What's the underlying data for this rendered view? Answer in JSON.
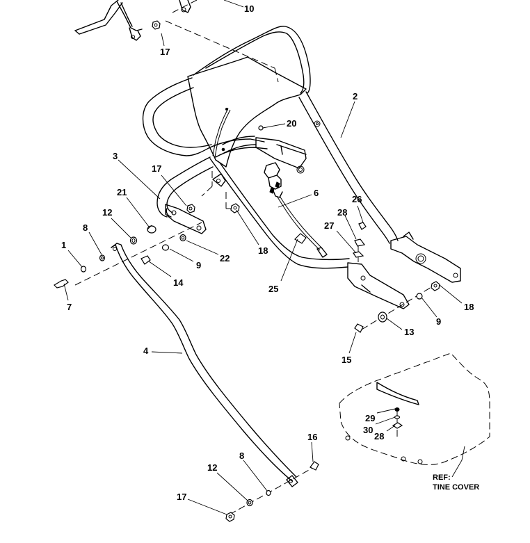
{
  "callouts": {
    "c10": "10",
    "c17a": "17",
    "c2": "2",
    "c20": "20",
    "c3": "3",
    "c17b": "17",
    "c6": "6",
    "c21": "21",
    "c12a": "12",
    "c26": "26",
    "c28a": "28",
    "c8a": "8",
    "c1": "1",
    "c27": "27",
    "c18a": "18",
    "c22": "22",
    "c9a": "9",
    "c14": "14",
    "c7": "7",
    "c25": "25",
    "c18b": "18",
    "c13": "13",
    "c9b": "9",
    "c15": "15",
    "c4": "4",
    "c29": "29",
    "c30": "30",
    "c28b": "28",
    "c16": "16",
    "c8b": "8",
    "c12b": "12",
    "c17c": "17"
  },
  "reference": {
    "line1": "REF:",
    "line2": "TINE COVER"
  }
}
